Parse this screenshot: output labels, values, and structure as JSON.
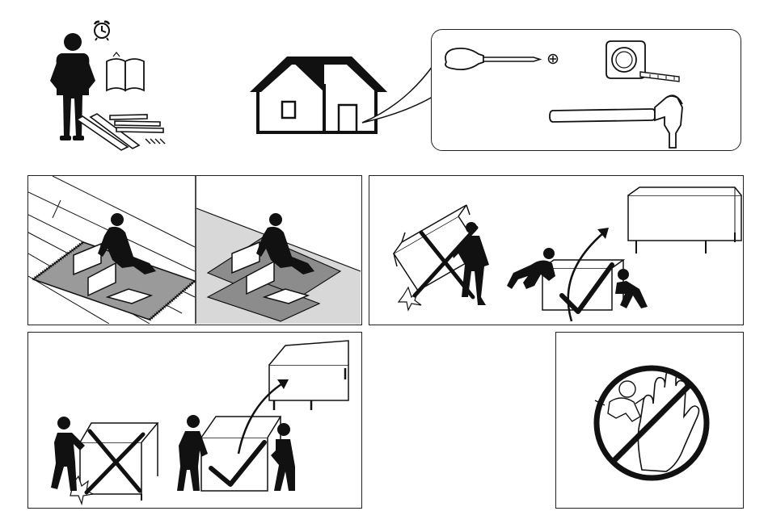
{
  "title": "",
  "colors": {
    "ink": "#111111",
    "panel_border": "#222222",
    "carpet": "#9a9a9a",
    "floor_cardboard": "#8c8c8c",
    "background": "#ffffff"
  },
  "steps": [
    {
      "id": "read-instructions-and-time",
      "icons": [
        "person-icon",
        "alarm-clock-icon",
        "manual-book-icon",
        "flat-pack-parts-icon"
      ]
    },
    {
      "id": "assemble-indoors",
      "icons": [
        "house-icon"
      ]
    },
    {
      "id": "tools-required",
      "icons": [
        "screwdriver-icon",
        "phillips-screw-icon",
        "tape-measure-icon",
        "hammer-icon"
      ]
    },
    {
      "id": "assemble-on-soft-surface",
      "icons": [
        "carpet-assembly-icon",
        "cardboard-assembly-icon"
      ]
    },
    {
      "id": "lift-two-persons-correct-way",
      "icons": [
        "incorrect-x-icon",
        "correct-check-icon",
        "lift-arrow-icon"
      ]
    },
    {
      "id": "lift-low-unit-two-persons",
      "icons": [
        "incorrect-x-icon",
        "correct-check-icon",
        "lift-arrow-icon"
      ]
    },
    {
      "id": "keep-away-from-children",
      "icons": [
        "prohibition-sign-icon",
        "child-icon",
        "stop-hand-icon"
      ]
    }
  ]
}
